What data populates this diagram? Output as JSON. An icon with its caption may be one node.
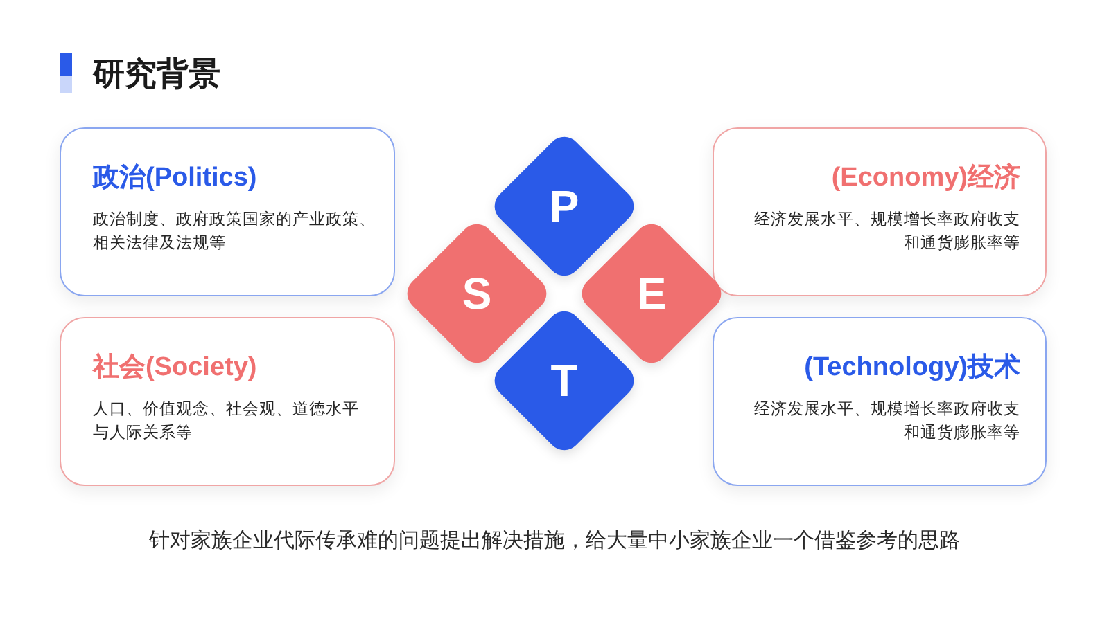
{
  "diagram": {
    "title": "研究背景",
    "nodes": [
      {
        "text": [
          "政治(Politics)",
          "政治制度、政府政策国家的产业政策、相关法律及法规等"
        ]
      },
      {
        "text": [
          "(Economy)经济",
          "经济发展水平、规模增长率政府收支和通货膨胀率等"
        ]
      },
      {
        "text": [
          "社会(Society)",
          "人口、价值观念、社会观、道德水平与人际关系等"
        ]
      },
      {
        "text": [
          "(Technology)技术",
          "经济发展水平、规模增长率政府收支和通货膨胀率等"
        ]
      },
      {
        "text": [
          "P"
        ]
      },
      {
        "text": [
          "S"
        ]
      },
      {
        "text": [
          "E"
        ]
      },
      {
        "text": [
          "T"
        ]
      }
    ],
    "edges": [],
    "caption": "针对家族企业代际传承难的问题提出解决措施，给大量中小家族企业一个借鉴参考的思路"
  }
}
